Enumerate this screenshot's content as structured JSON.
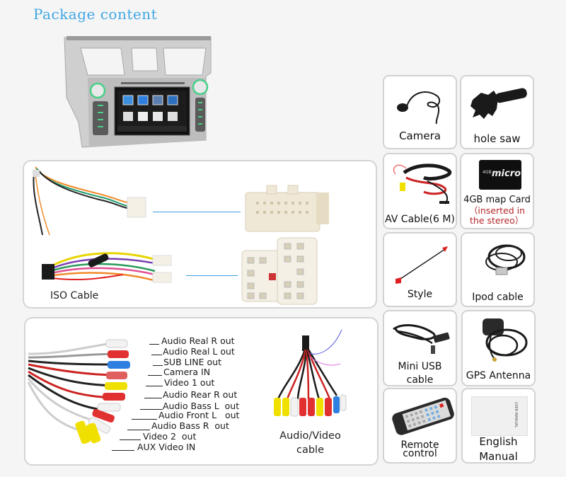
{
  "page": {
    "title": "Package content"
  },
  "iso_panel": {
    "label": "ISO Cable"
  },
  "av_panel": {
    "connector_labels": [
      "Audio Real R out",
      "Audio Real L out",
      "SUB LINE out",
      "Camera IN",
      "Video 1 out",
      "Audio Rear R out",
      "Audio Bass L  out",
      "Audio Front L   out",
      "Audio Bass R  out",
      "Video 2  out",
      "AUX Video IN"
    ],
    "cable_label_line1": "Audio/Video",
    "cable_label_line2": "cable"
  },
  "accessories": [
    {
      "label": "Camera"
    },
    {
      "label": "hole saw"
    },
    {
      "label": "AV Cable(6 M)"
    },
    {
      "label": "4GB map Card",
      "note_line1": "（inserted in",
      "note_line2": "the stereo）",
      "card_text": "micro",
      "card_size": "4GB"
    },
    {
      "label": "Style"
    },
    {
      "label": "Ipod cable"
    },
    {
      "label_line1": "Mini USB",
      "label_line2": "cable"
    },
    {
      "label": "GPS Antenna"
    },
    {
      "label_line1": "Remote",
      "label_line2": "control"
    },
    {
      "label_line1": "English",
      "label_line2": "Manual",
      "manual_cover_text": "USER MANUAL"
    }
  ],
  "colors": {
    "title": "#3fa7e4",
    "connector_line": "#3aa0dc",
    "note_red": "#b3262a",
    "border": "#d4d4d4"
  }
}
